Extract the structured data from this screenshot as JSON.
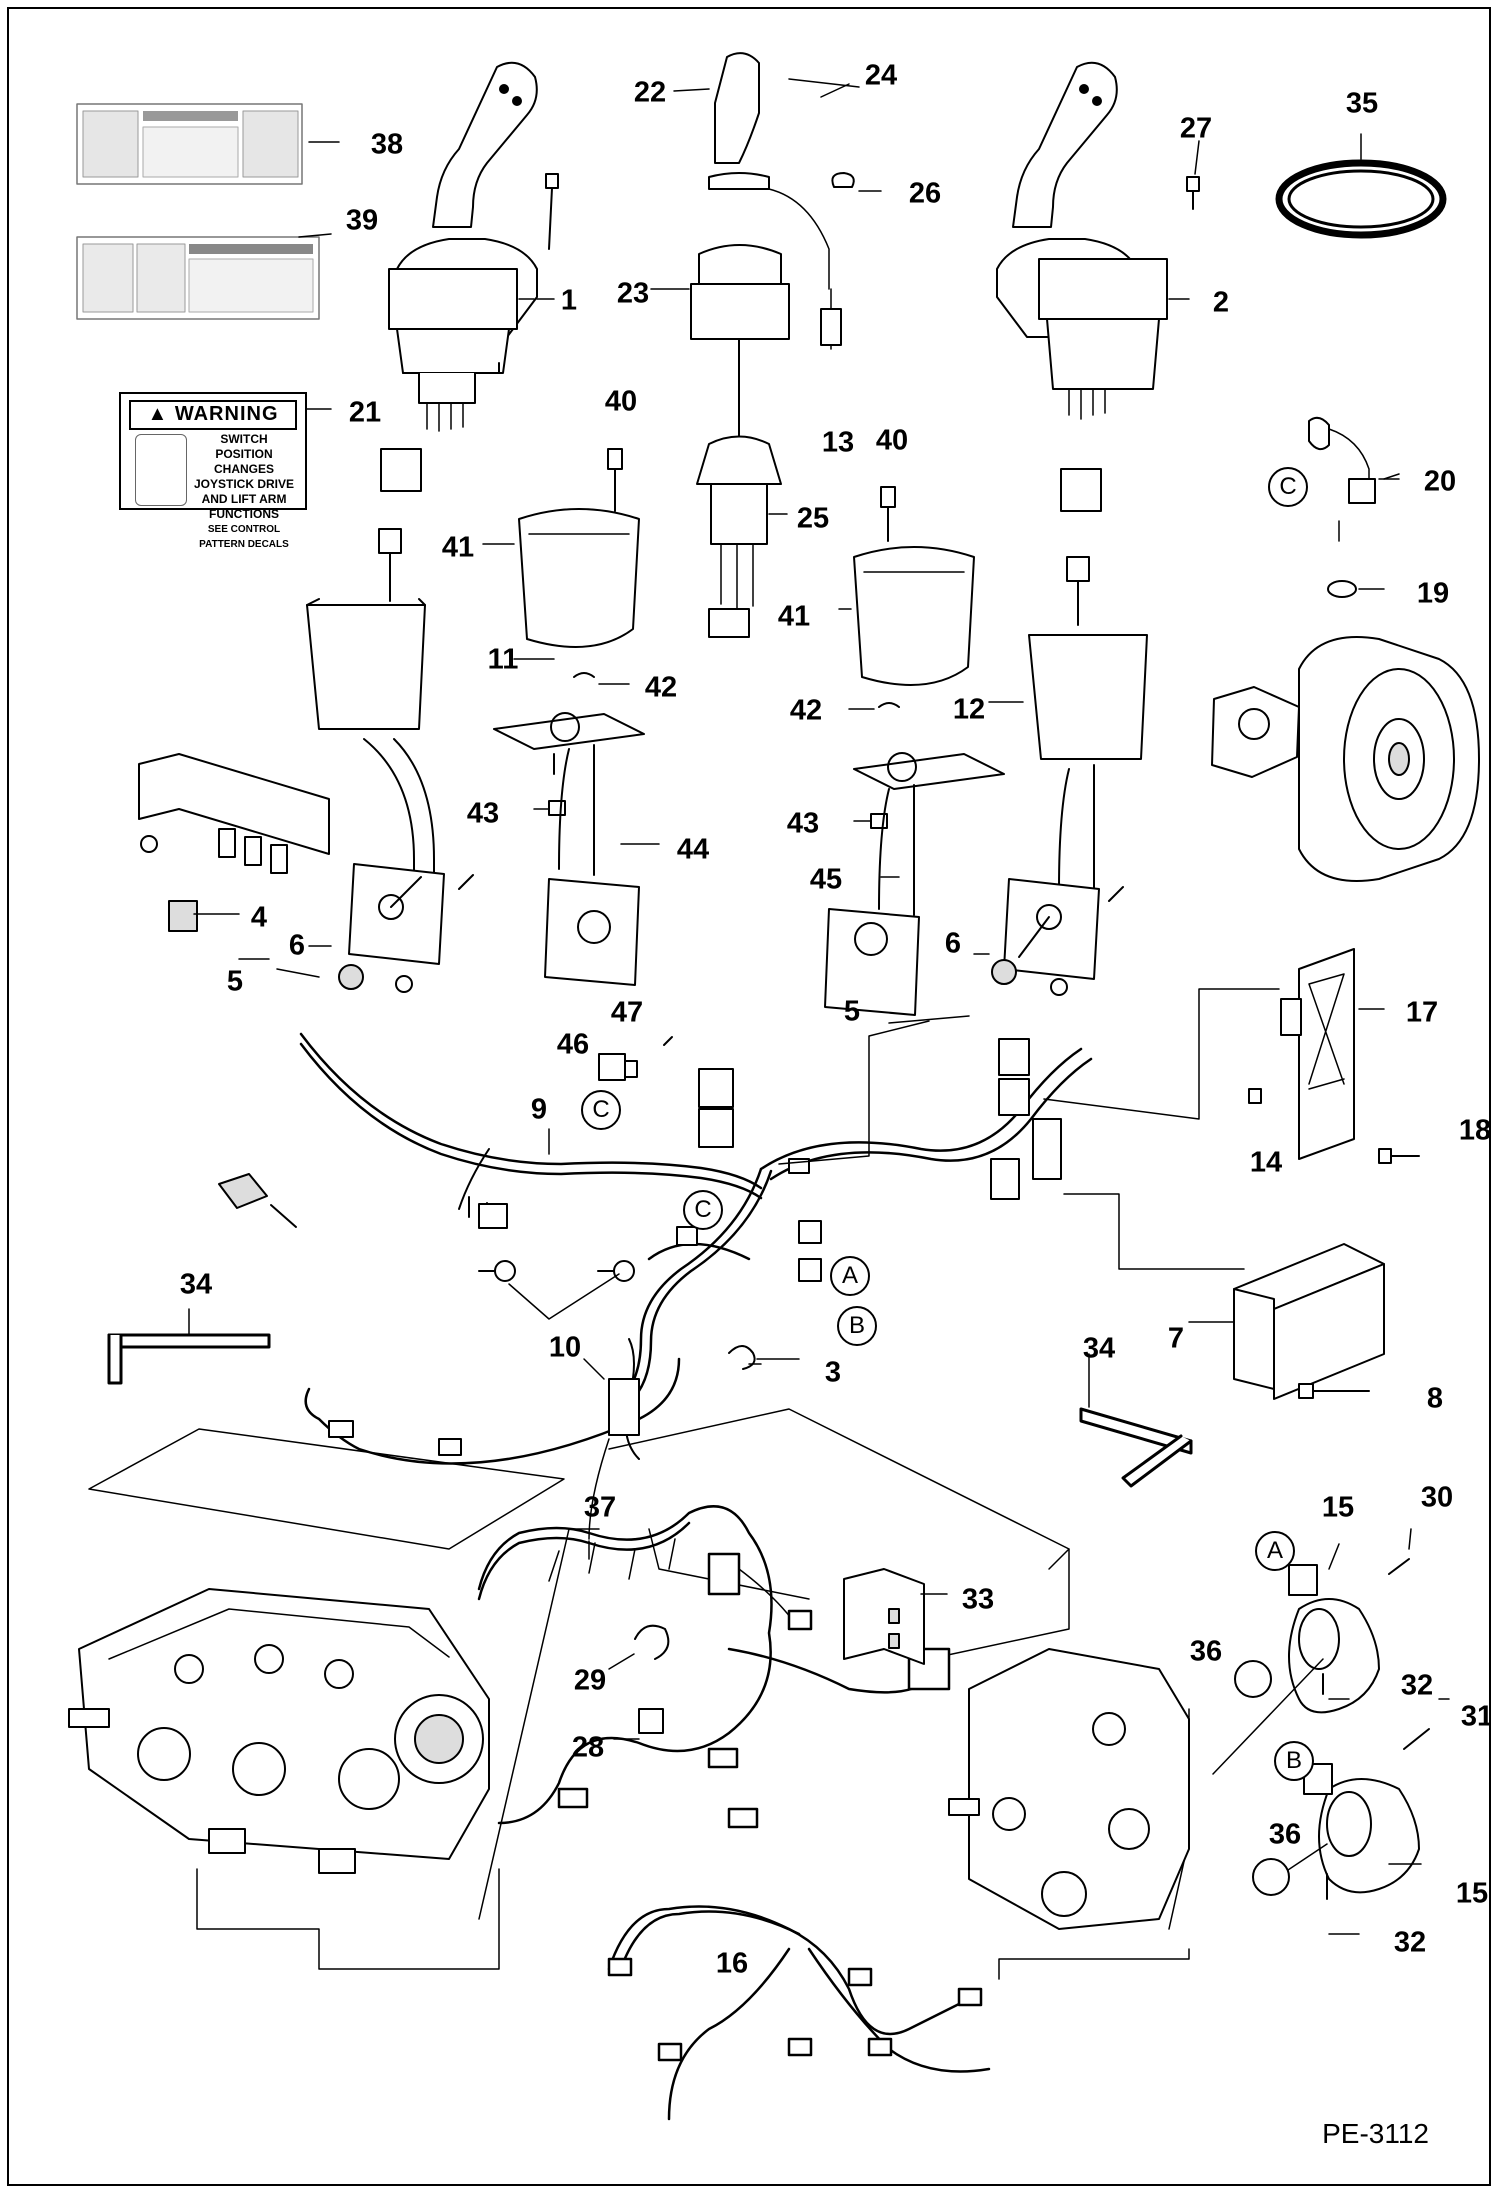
{
  "figure": {
    "page_code": "PE-3112"
  },
  "warning_decal": {
    "heading": "WARNING",
    "lines": [
      "SWITCH POSITION",
      "CHANGES",
      "JOYSTICK DRIVE",
      "AND LIFT ARM",
      "FUNCTIONS",
      "SEE CONTROL",
      "PATTERN DECALS"
    ]
  },
  "connector_labels": {
    "a": "A",
    "b": "B",
    "c": "C"
  },
  "callouts": {
    "c1": "1",
    "c2": "2",
    "c3": "3",
    "c4": "4",
    "c5a": "5",
    "c5b": "5",
    "c6a": "6",
    "c6b": "6",
    "c7": "7",
    "c8": "8",
    "c9": "9",
    "c10": "10",
    "c11": "11",
    "c12": "12",
    "c13": "13",
    "c14": "14",
    "c15a": "15",
    "c15b": "15",
    "c16": "16",
    "c17": "17",
    "c18": "18",
    "c19": "19",
    "c20": "20",
    "c21": "21",
    "c22": "22",
    "c23": "23",
    "c24": "24",
    "c25": "25",
    "c26": "26",
    "c27": "27",
    "c28": "28",
    "c29": "29",
    "c30": "30",
    "c31": "31",
    "c32a": "32",
    "c32b": "32",
    "c33": "33",
    "c34a": "34",
    "c34b": "34",
    "c35": "35",
    "c36a": "36",
    "c36b": "36",
    "c37": "37",
    "c38": "38",
    "c39": "39",
    "c40a": "40",
    "c40b": "40",
    "c41a": "41",
    "c41b": "41",
    "c42a": "42",
    "c42b": "42",
    "c43a": "43",
    "c43b": "43",
    "c44": "44",
    "c45": "45",
    "c46": "46",
    "c47": "47"
  }
}
